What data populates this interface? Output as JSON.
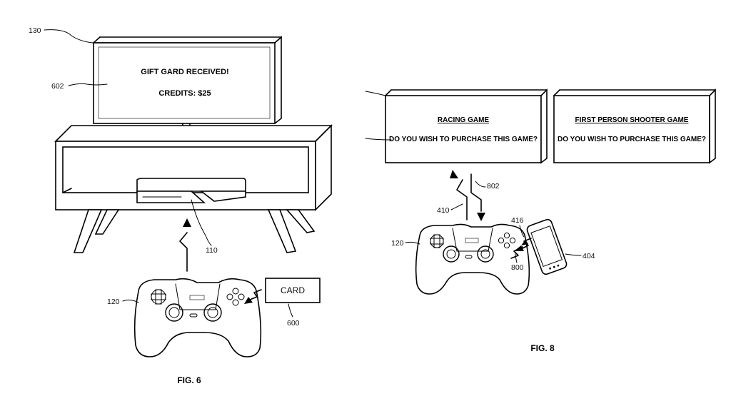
{
  "fig6": {
    "caption": "FIG. 6",
    "tv_screen": {
      "line1": "GIFT GARD RECEIVED!",
      "line2": "CREDITS: $25"
    },
    "card_label": "CARD",
    "refs": {
      "tv": "130",
      "screen": "602",
      "console": "110",
      "controller": "120",
      "card": "600"
    }
  },
  "fig8": {
    "caption": "FIG. 8",
    "screen_left": {
      "title": "RACING GAME",
      "question": "DO YOU WISH TO PURCHASE THIS GAME?"
    },
    "screen_right": {
      "title": "FIRST PERSON SHOOTER GAME",
      "question": "DO YOU WISH TO PURCHASE THIS GAME?"
    },
    "refs": {
      "uplink": "410",
      "downlink": "802",
      "controller": "120",
      "phone_link": "416",
      "phone_link_b": "800",
      "phone": "404"
    }
  }
}
